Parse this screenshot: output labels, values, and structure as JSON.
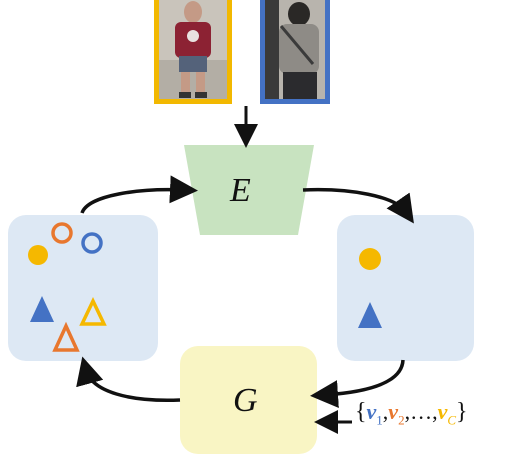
{
  "encoder": {
    "label": "E",
    "color": "#c8e3c0"
  },
  "generator": {
    "label": "G",
    "color": "#f9f5c4"
  },
  "photos": [
    {
      "frame_color": "#f2b800"
    },
    {
      "frame_color": "#4472c4"
    }
  ],
  "left_panel": {
    "shapes": [
      {
        "kind": "filled-circle",
        "color": "#f5b800"
      },
      {
        "kind": "hollow-circle",
        "color": "#e8772e"
      },
      {
        "kind": "hollow-circle",
        "color": "#4472c4"
      },
      {
        "kind": "filled-triangle",
        "color": "#4472c4"
      },
      {
        "kind": "hollow-triangle",
        "color": "#f5b800"
      },
      {
        "kind": "hollow-triangle",
        "color": "#e8772e"
      }
    ]
  },
  "right_panel": {
    "shapes": [
      {
        "kind": "filled-circle",
        "color": "#f5b800"
      },
      {
        "kind": "filled-triangle",
        "color": "#4472c4"
      }
    ]
  },
  "vectors": {
    "open_brace": "{",
    "close_brace": "}",
    "v1": "v",
    "v1_sub": "1",
    "v2": "v",
    "v2_sub": "2",
    "ellipsis": ",…,",
    "vc": "v",
    "vc_sub": "C",
    "comma": ",",
    "colors": {
      "v1": "#4472c4",
      "v2": "#e8772e",
      "vc": "#f5b800"
    }
  }
}
